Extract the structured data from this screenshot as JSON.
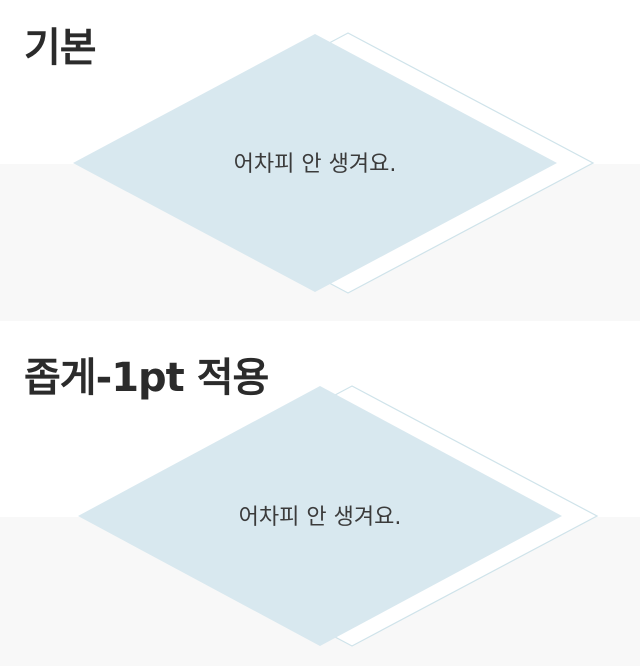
{
  "sections": [
    {
      "title": "기본",
      "caption": "어차피 안 생겨요."
    },
    {
      "title": "좁게-1pt 적용",
      "caption": "어차피 안 생겨요."
    }
  ],
  "colors": {
    "diamond_fill": "#d8e8ef",
    "shadow_stroke": "#cfe3ea",
    "band": "#f8f8f8",
    "heading": "#2b2b2b"
  }
}
